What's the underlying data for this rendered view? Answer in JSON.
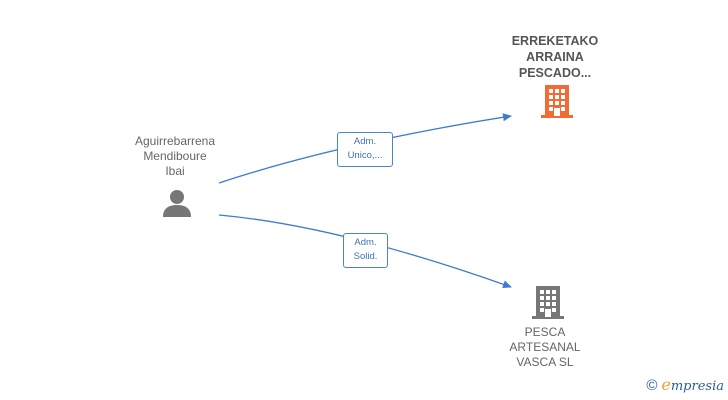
{
  "person": {
    "lines": [
      "Aguirrebarrena",
      "Mendiboure",
      "Ibai"
    ]
  },
  "company_top": {
    "lines": [
      "ERREKETAKO",
      "ARRAINA",
      "PESCADO..."
    ],
    "color": "#f26a36"
  },
  "company_bottom": {
    "lines": [
      "PESCA",
      "ARTESANAL",
      "VASCA  SL"
    ],
    "color": "#777777"
  },
  "edges": [
    {
      "label": [
        "Adm.",
        "Unico,..."
      ]
    },
    {
      "label": [
        "Adm.",
        "Solid."
      ]
    }
  ],
  "edge_color": "#3d7bd1",
  "brand": {
    "copyright": "©",
    "e": "e",
    "rest": "mpresia"
  }
}
